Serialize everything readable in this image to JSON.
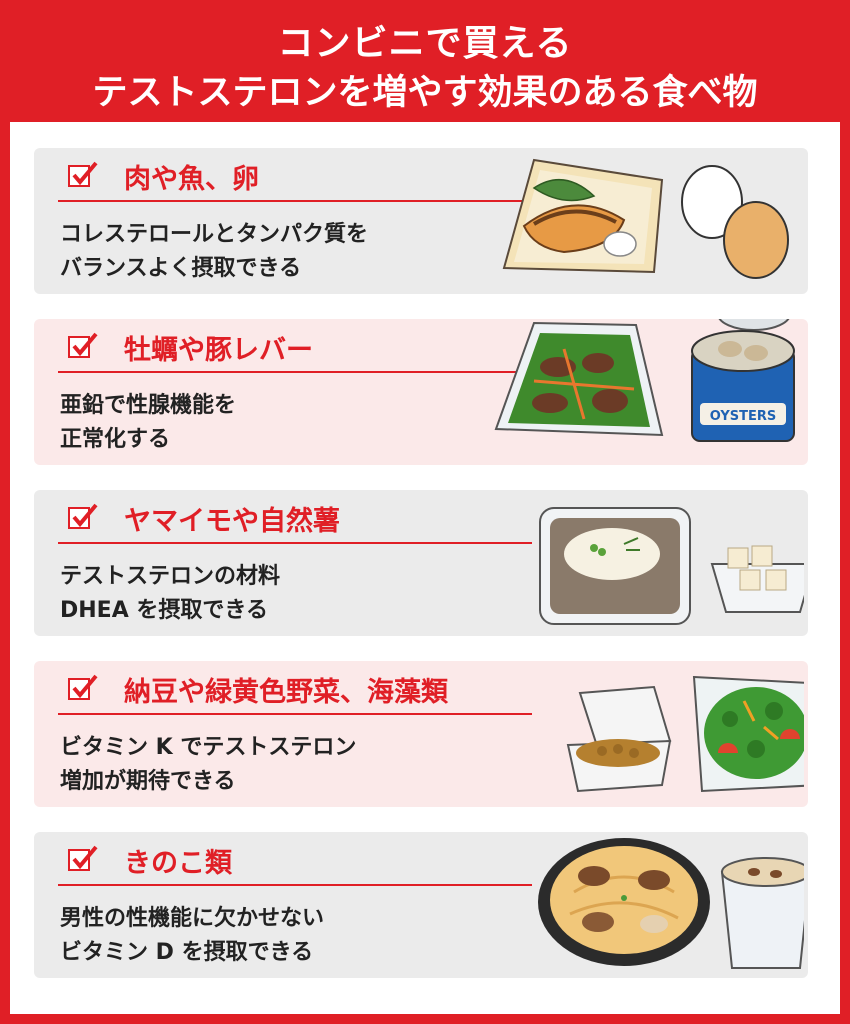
{
  "header": {
    "line1": "コンビニで買える",
    "line2": "テストステロンを増やす効果のある食べ物"
  },
  "colors": {
    "accent": "#e01f26",
    "card_gray": "#ebebeb",
    "card_pink": "#fbe9e9"
  },
  "items": [
    {
      "title": "肉や魚、卵",
      "desc1": "コレステロールとタンパク質を",
      "desc2": "バランスよく摂取できる",
      "icons": [
        "grilled-fish-bento-icon",
        "eggs-icon"
      ]
    },
    {
      "title": "牡蠣や豚レバー",
      "desc1": "亜鉛で性腺機能を",
      "desc2": "正常化する",
      "icons": [
        "liver-stirfry-icon",
        "oyster-can-icon"
      ]
    },
    {
      "title": "ヤマイモや自然薯",
      "desc1": "テストステロンの材料",
      "desc2": "DHEA を摂取できる",
      "icons": [
        "tororo-soba-icon",
        "yam-cubes-icon"
      ]
    },
    {
      "title": "納豆や緑黄色野菜、海藻類",
      "desc1": "ビタミン K でテストステロン",
      "desc2": "増加が期待できる",
      "icons": [
        "natto-pack-icon",
        "salad-bowl-icon"
      ]
    },
    {
      "title": "きのこ類",
      "desc1": "男性の性機能に欠かせない",
      "desc2": "ビタミン D を摂取できる",
      "icons": [
        "mushroom-pasta-icon",
        "mushroom-soup-cup-icon"
      ]
    }
  ],
  "can_label": "OYSTERS"
}
